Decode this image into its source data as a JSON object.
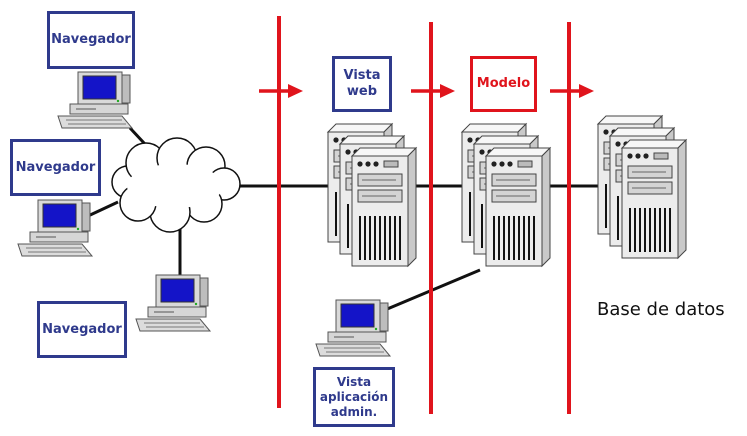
{
  "labels": {
    "browser_1": "Navegador",
    "browser_2": "Navegador",
    "browser_3": "Navegador",
    "web_view": "Vista\nweb",
    "model": "Modelo",
    "admin_view": "Vista\naplicación\nadmin.",
    "database": "Base de datos"
  },
  "colors": {
    "tier_divider": "#e0141c",
    "label_border": "#2f3a8c",
    "model_border": "#e0141c",
    "network_line": "#111111",
    "monitor_screen": "#1414c8",
    "server_body": "#e9e9e9"
  },
  "icons": {
    "computer": "desktop-computer-icon",
    "server": "server-tower-icon",
    "network": "cloud-icon",
    "flow": "arrow-right-icon"
  }
}
